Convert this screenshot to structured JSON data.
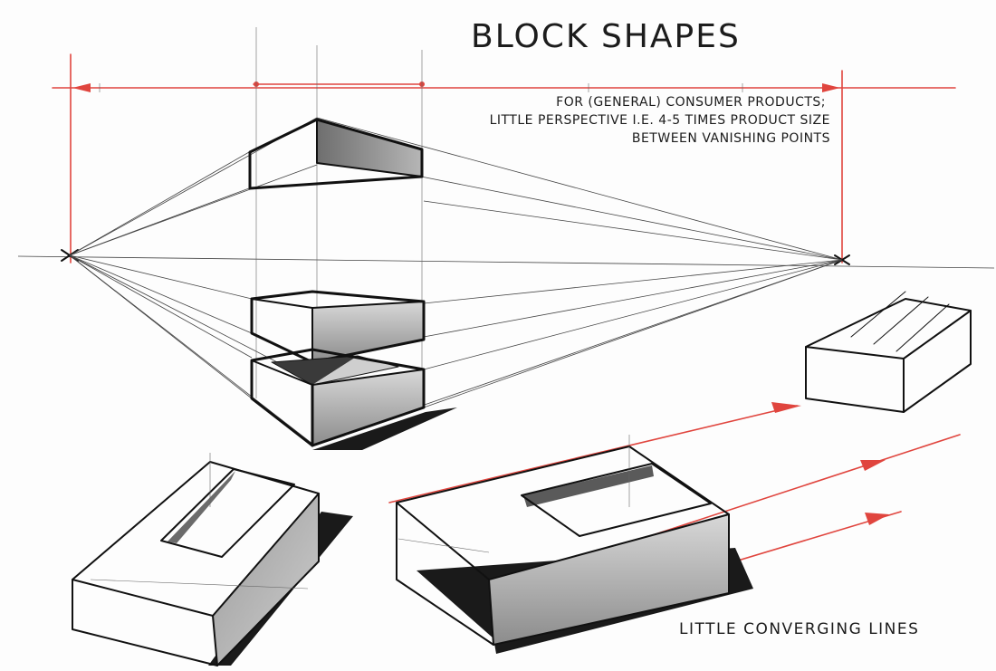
{
  "title": "BLOCK SHAPES",
  "note": {
    "line1": "FOR (GENERAL) CONSUMER PRODUCTS;",
    "line2": "LITTLE PERSPECTIVE I.E.  4-5 TIMES PRODUCT SIZE",
    "line3": "BETWEEN   VANISHING POINTS"
  },
  "caption": "LITTLE CONVERGING LINES",
  "colors": {
    "construction_red": "#e0453e",
    "ink": "#111111",
    "shade_grey": "#8a8a8a",
    "shadow": "#1a1a1a"
  }
}
